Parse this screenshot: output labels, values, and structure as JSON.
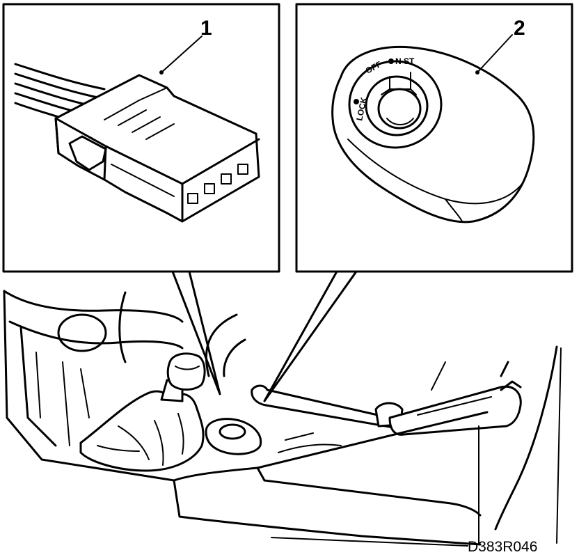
{
  "callouts": {
    "connector_number": "1",
    "ignition_number": "2"
  },
  "ignition_ring": {
    "lock_label": "LOCK",
    "off_label": "OFF",
    "n_st_label": "N ST"
  },
  "figure_reference": "D383R046"
}
